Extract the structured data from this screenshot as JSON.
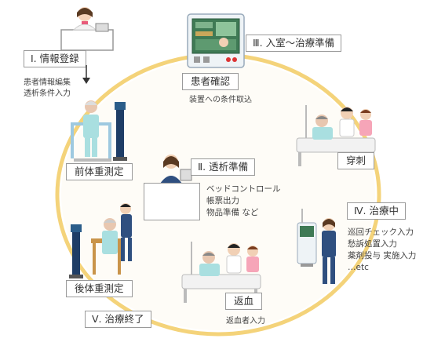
{
  "steps": {
    "step1": "Ⅰ. 情報登録",
    "step2": "Ⅱ. 透析準備",
    "step3": "Ⅲ. 入室～治療準備",
    "step4": "Ⅳ. 治療中",
    "step5": "Ⅴ. 治療終了"
  },
  "locations": {
    "pre_weight": "前体重測定",
    "patient_confirm": "患者確認",
    "puncture": "穿刺",
    "blood_return": "返血",
    "post_weight": "後体重測定"
  },
  "notes": {
    "info_lines": [
      "患者情報編集",
      "透析条件入力"
    ],
    "device_settings": "装置への条件取込",
    "prep_lines": [
      "ベッドコントロール",
      "帳票出力",
      "物品準備 など"
    ],
    "treatment_lines": [
      "巡回チェック入力",
      "愁訴処置入力",
      "薬剤投与 実施入力",
      "…etc"
    ],
    "blood_return_note": "返血者入力"
  },
  "colors": {
    "ring": "#f4d37a",
    "label_border": "#9a9a9a",
    "machine_screen": "#3f7a55"
  }
}
